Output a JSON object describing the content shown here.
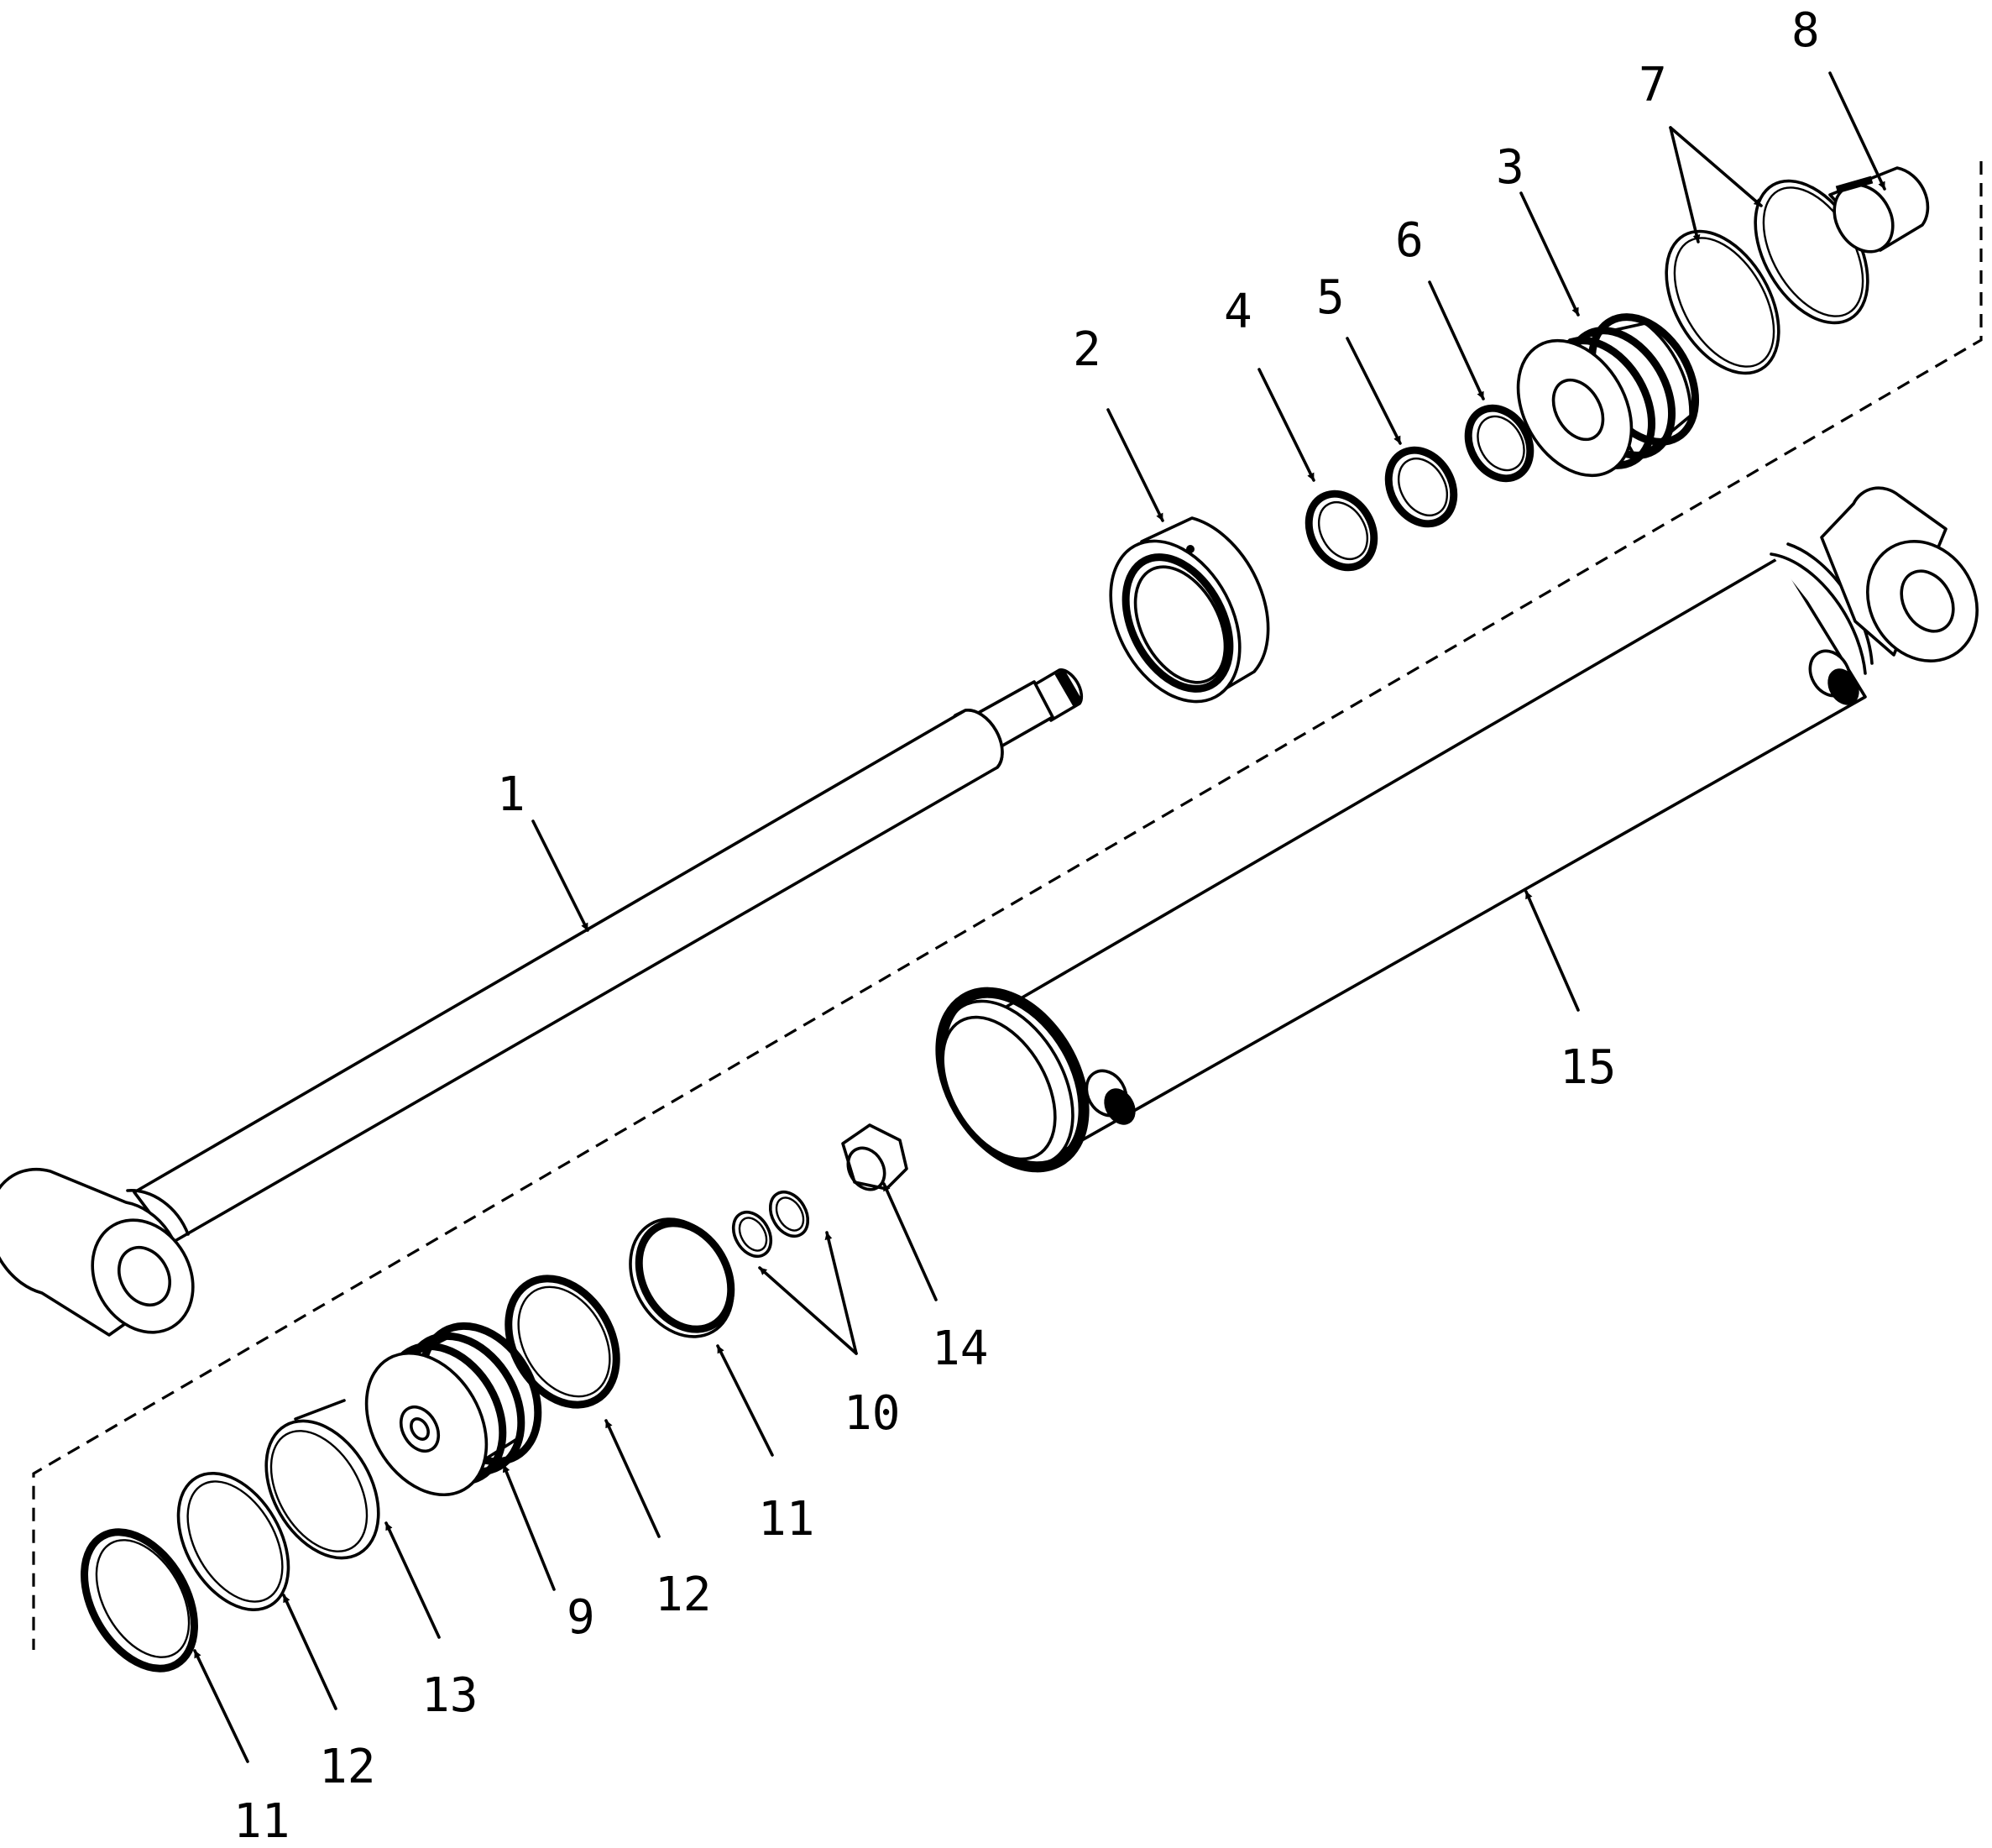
{
  "callouts": {
    "c1": "1",
    "c2": "2",
    "c3": "3",
    "c4": "4",
    "c5": "5",
    "c6": "6",
    "c7": "7",
    "c8": "8",
    "c9": "9",
    "c10": "10",
    "c11a": "11",
    "c11b": "11",
    "c12a": "12",
    "c12b": "12",
    "c13": "13",
    "c14": "14",
    "c15": "15"
  }
}
